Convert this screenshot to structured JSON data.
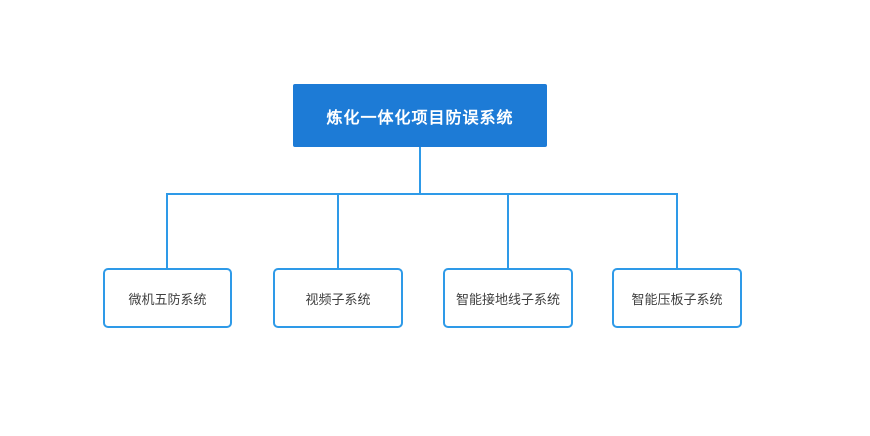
{
  "diagram": {
    "type": "org-tree",
    "root": {
      "label": "炼化一体化项目防误系统"
    },
    "children": [
      {
        "label": "微机五防系统"
      },
      {
        "label": "视频子系统"
      },
      {
        "label": "智能接地线子系统"
      },
      {
        "label": "智能压板子系统"
      }
    ]
  },
  "colors": {
    "accent": "#1d7bd6",
    "line": "#2e9ae8",
    "root-text": "#ffffff",
    "node-text": "#3f3f3f",
    "background": "#ffffff"
  }
}
